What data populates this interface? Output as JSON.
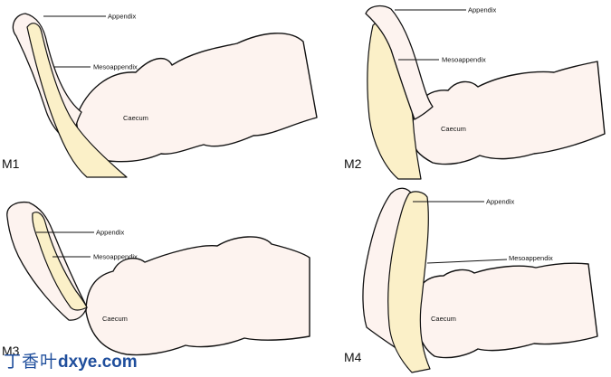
{
  "labels": {
    "appendix": "Appendix",
    "mesoappendix": "Mesoappendix",
    "caecum": "Caecum"
  },
  "panels": [
    {
      "id": "M1"
    },
    {
      "id": "M2"
    },
    {
      "id": "M3"
    },
    {
      "id": "M4"
    }
  ],
  "watermark": {
    "cn": "丁香叶",
    "site": "dxye.com"
  },
  "colors": {
    "caecum_fill": "#fdf3ef",
    "mesoappendix_fill": "#fbf0c8",
    "outline": "#111111",
    "watermark": "#1f4e9c"
  }
}
